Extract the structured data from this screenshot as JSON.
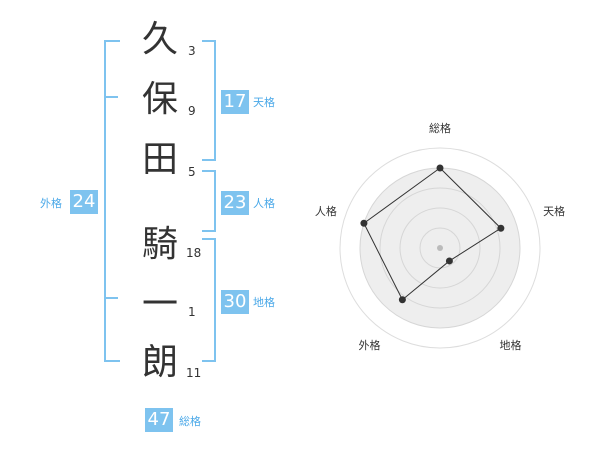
{
  "name": {
    "characters": [
      {
        "char": "久",
        "strokes": "3"
      },
      {
        "char": "保",
        "strokes": "9"
      },
      {
        "char": "田",
        "strokes": "5"
      },
      {
        "char": "騎",
        "strokes": "18"
      },
      {
        "char": "一",
        "strokes": "1"
      },
      {
        "char": "朗",
        "strokes": "11"
      }
    ]
  },
  "fortunes": {
    "tenkaku": {
      "value": "17",
      "label": "天格"
    },
    "jinkaku": {
      "value": "23",
      "label": "人格"
    },
    "chikaku": {
      "value": "30",
      "label": "地格"
    },
    "gaikaku": {
      "value": "24",
      "label": "外格"
    },
    "soukaku": {
      "value": "47",
      "label": "総格"
    }
  },
  "colors": {
    "accent": "#7ec3ef",
    "label": "#4aa8e8",
    "text": "#333333"
  },
  "chart_data": {
    "type": "radar",
    "axes": [
      "総格",
      "天格",
      "地格",
      "外格",
      "人格"
    ],
    "values": [
      5,
      4,
      1,
      4,
      5
    ],
    "range": [
      0,
      5
    ],
    "rings": 4
  }
}
